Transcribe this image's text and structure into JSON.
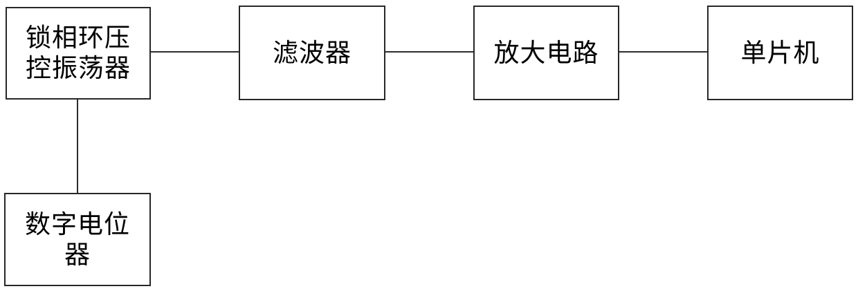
{
  "diagram": {
    "title": "circuit-block-diagram",
    "background_color": "#ffffff",
    "line_color": "#2b2b2b",
    "text_color": "#000000",
    "boxes": [
      {
        "id": "pll_vco",
        "label": "锁相环压控振荡器"
      },
      {
        "id": "filter",
        "label": "滤波器"
      },
      {
        "id": "amplifier_circuit",
        "label": "放大电路"
      },
      {
        "id": "microcontroller",
        "label": "单片机"
      },
      {
        "id": "digital_potentiometer",
        "label": "数字电位器"
      }
    ],
    "connections": [
      {
        "from": "pll_vco",
        "to": "filter",
        "orientation": "horizontal"
      },
      {
        "from": "filter",
        "to": "amplifier_circuit",
        "orientation": "horizontal"
      },
      {
        "from": "amplifier_circuit",
        "to": "microcontroller",
        "orientation": "horizontal"
      },
      {
        "from": "pll_vco",
        "to": "digital_potentiometer",
        "orientation": "vertical"
      }
    ]
  }
}
